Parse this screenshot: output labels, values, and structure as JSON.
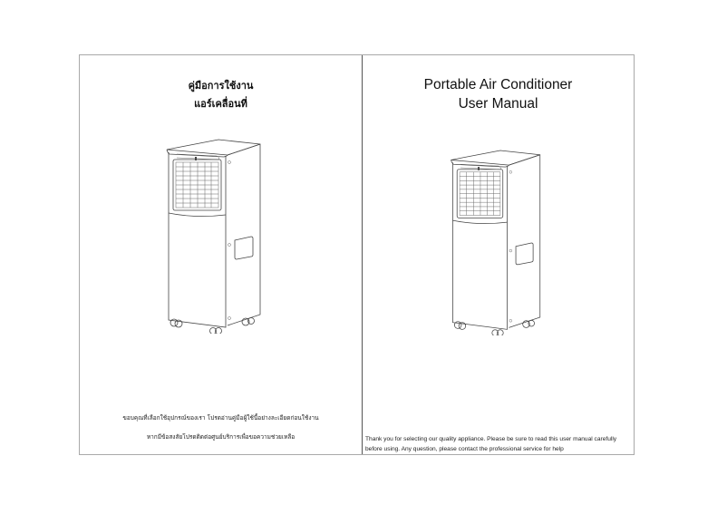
{
  "document": {
    "type": "user-manual-cover-spread",
    "left_page": {
      "language": "Thai",
      "title_line1": "คู่มือการใช้งาน",
      "title_line2": "แอร์เคลื่อนที่",
      "illustration": "portable-air-conditioner-drawing",
      "note_line1": "ขอบคุณที่เลือกใช้อุปกรณ์ของเรา โปรดอ่านคู่มือผู้ใช้นี้อย่างละเอียดก่อนใช้งาน",
      "note_line2": "หากมีข้อสงสัยโปรดติดต่อศูนย์บริการเพื่อขอความช่วยเหลือ"
    },
    "right_page": {
      "language": "English",
      "title_line1": "Portable Air Conditioner",
      "title_line2": "User Manual",
      "illustration": "portable-air-conditioner-drawing",
      "note_line1": "Thank you for selecting our quality appliance. Please be sure to read this user manual carefully",
      "note_line2": "before using. Any question, please contact the professional service for help"
    }
  },
  "colors": {
    "background": "#ffffff",
    "border": "#a9a9a9",
    "divider": "#555555",
    "text": "#111111"
  }
}
